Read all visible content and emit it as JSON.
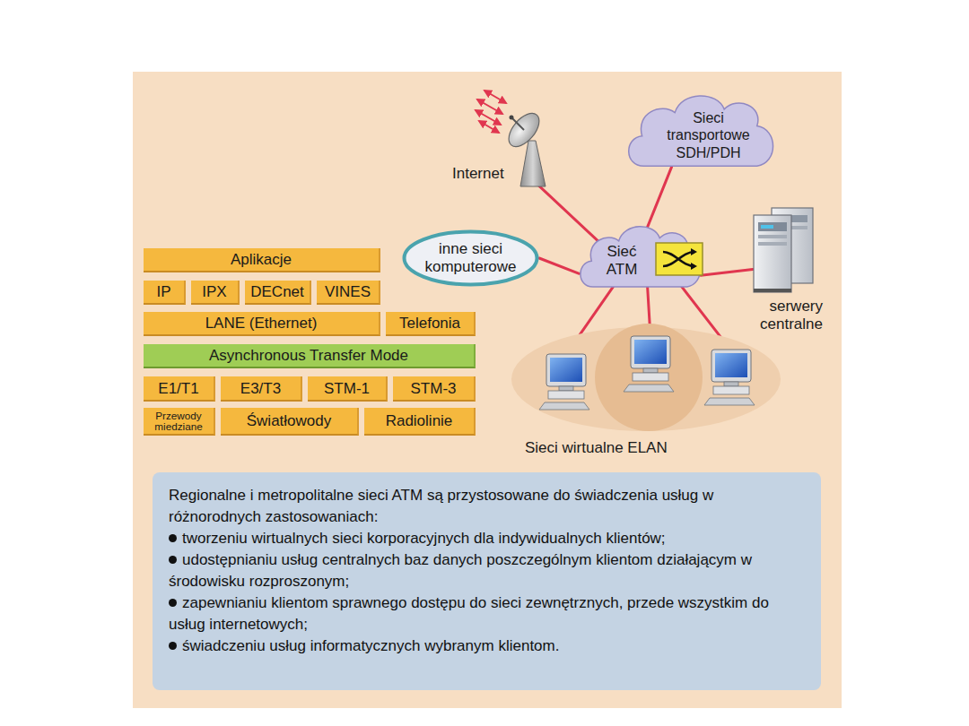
{
  "diagram": {
    "nodes": [
      {
        "text": [
          "Sieci transportowe SDH/PDH"
        ]
      },
      {
        "text": [
          "Internet"
        ]
      },
      {
        "text": [
          "inne sieci komputerowe"
        ]
      },
      {
        "text": [
          "Sieć ATM"
        ]
      },
      {
        "text": [
          "serwery centralne"
        ]
      },
      {
        "text": [
          "Aplikacje"
        ]
      },
      {
        "text": [
          "IP"
        ]
      },
      {
        "text": [
          "IPX"
        ]
      },
      {
        "text": [
          "DECnet"
        ]
      },
      {
        "text": [
          "VINES"
        ]
      },
      {
        "text": [
          "LANE (Ethernet)"
        ]
      },
      {
        "text": [
          "Telefonia"
        ]
      },
      {
        "text": [
          "Asynchronous Transfer Mode"
        ]
      },
      {
        "text": [
          "E1/T1"
        ]
      },
      {
        "text": [
          "E3/T3"
        ]
      },
      {
        "text": [
          "STM-1"
        ]
      },
      {
        "text": [
          "STM-3"
        ]
      },
      {
        "text": [
          "Przewody miedziane"
        ]
      },
      {
        "text": [
          "Światłowody"
        ]
      },
      {
        "text": [
          "Radiolinie"
        ]
      },
      {
        "text": [
          "Sieci wirtualne ELAN"
        ]
      },
      {
        "text": [
          "Regionalne i metropolitalne sieci ATM są przystosowane do świadczenia usług w różnorodnych zastosowaniach:",
          "tworzeniu wirtualnych sieci korporacyjnych dla indywidualnych klientów;",
          "udostępnianiu usług centralnych baz danych poszczególnym klientom działającym w środowisku rozproszonym;",
          "zapewnianiu klientom sprawnego dostępu do sieci zewnętrznych, przede wszystkim do usług internetowych;",
          "świadczeniu usług informatycznych wybranym klientom."
        ]
      }
    ],
    "edges": [
      {
        "from": 3,
        "to": 0,
        "arrow": "none"
      },
      {
        "from": 3,
        "to": 1,
        "arrow": "none"
      },
      {
        "from": 3,
        "to": 2,
        "arrow": "none"
      },
      {
        "from": 3,
        "to": 4,
        "arrow": "none"
      },
      {
        "from": 3,
        "to": 20,
        "arrow": "none"
      },
      {
        "from": 3,
        "to": 20,
        "arrow": "none"
      },
      {
        "from": 3,
        "to": 20,
        "arrow": "none"
      }
    ]
  }
}
